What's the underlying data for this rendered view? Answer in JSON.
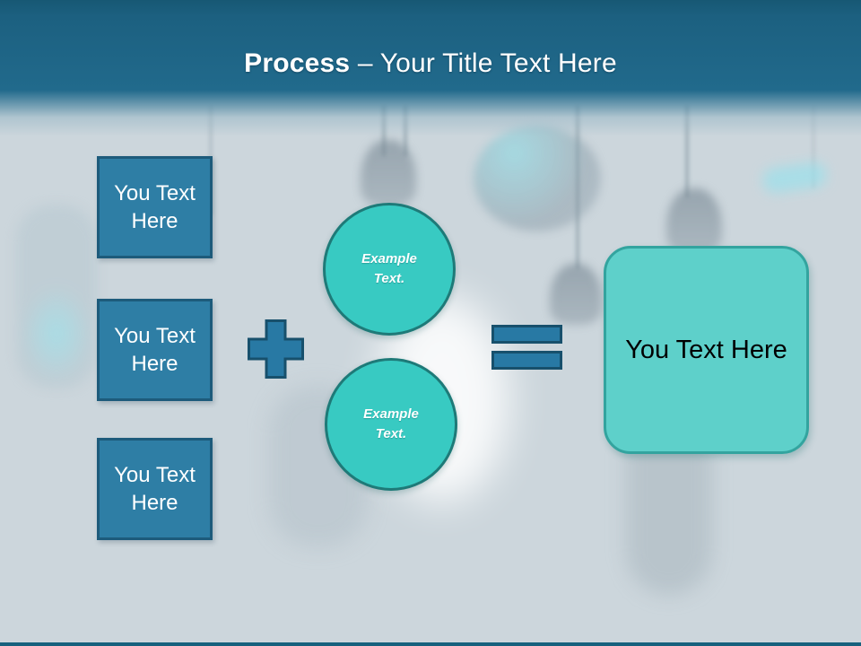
{
  "title": {
    "bold_part": "Process",
    "regular_part": " – Your Title Text Here"
  },
  "left_boxes": [
    {
      "label": "You Text Here"
    },
    {
      "label": "You Text Here"
    },
    {
      "label": "You Text Here"
    }
  ],
  "operators": {
    "plus": "+",
    "equals": "="
  },
  "circles": [
    {
      "label": "Example Text."
    },
    {
      "label": "Example Text."
    }
  ],
  "result_box": {
    "label": "You Text Here"
  },
  "colors": {
    "header_teal": "#1d6484",
    "box_fill": "#2e7ea5",
    "box_border": "#1d5b7b",
    "operator_fill": "#2879a4",
    "operator_border": "#17506c",
    "circle_fill": "#38cac2",
    "circle_border": "#1e7a78",
    "result_fill": "#5ed0ca",
    "result_border": "#33a49f",
    "bottom_bar": "#16617d",
    "title_color": "#ffffff",
    "result_text": "#000000"
  }
}
